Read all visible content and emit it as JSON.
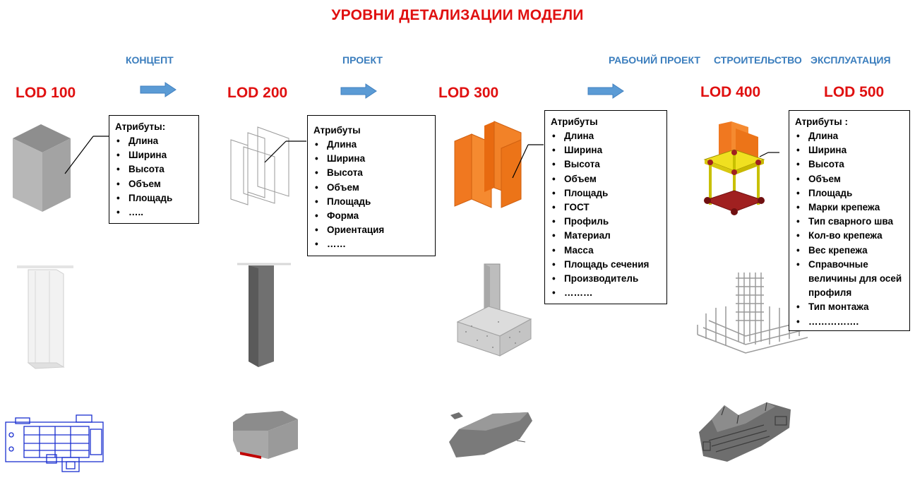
{
  "title": "УРОВНИ ДЕТАЛИЗАЦИИ МОДЕЛИ",
  "stages": [
    "КОНЦЕПТ",
    "ПРОЕКТ",
    "РАБОЧИЙ ПРОЕКТ",
    "СТРОИТЕЛЬСТВО",
    "ЭКСПЛУАТАЦИЯ"
  ],
  "levels": [
    "LOD 100",
    "LOD 200",
    "LOD 300",
    "LOD 400",
    "LOD 500"
  ],
  "boxes": [
    {
      "title": "Атрибуты:",
      "items": [
        "Длина",
        "Ширина",
        "Высота",
        "Объем",
        "Площадь",
        "….."
      ]
    },
    {
      "title": "Атрибуты",
      "items": [
        "Длина",
        "Ширина",
        "Высота",
        "Объем",
        "Площадь",
        "Форма",
        "Ориентация",
        "……"
      ]
    },
    {
      "title": "Атрибуты",
      "items": [
        "Длина",
        "Ширина",
        "Высота",
        "Объем",
        "Площадь",
        "ГОСТ",
        "Профиль",
        "Материал",
        "Масса",
        "Площадь сечения",
        "Производитель",
        "………"
      ]
    },
    {
      "title": "Атрибуты :",
      "items": [
        "Длина",
        "Ширина",
        "Высота",
        "Объем",
        "Площадь",
        "Марки крепежа",
        "Тип сварного шва",
        "Кол-во крепежа",
        "Вес крепежа",
        "Справочные величины для осей профиля",
        "Тип монтажа",
        "……………."
      ]
    }
  ],
  "colors": {
    "title": "#e01010",
    "stage": "#3a7dbd",
    "arrow": "#5b9bd5",
    "steel": "#f07820",
    "plate": "#f0e020"
  }
}
